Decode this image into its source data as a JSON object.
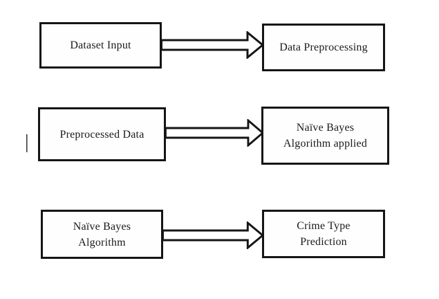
{
  "diagram": {
    "title": "naive-bayes-crime-prediction-flowchart",
    "colors": {
      "background": "#ffffff",
      "box_fill": "#fefefe",
      "stroke": "#151515",
      "text": "#1a1a1a"
    },
    "rows": [
      {
        "source": "Dataset Input",
        "connector": "block-arrow-right",
        "target": "Data Preprocessing"
      },
      {
        "source": "Preprocessed Data",
        "connector": "block-arrow-right",
        "target": "Naïve Bayes\nAlgorithm applied"
      },
      {
        "source": "Naïve Bayes\nAlgorithm",
        "connector": "block-arrow-right",
        "target": "Crime Type\nPrediction"
      }
    ],
    "cursor_artifact_glyph": "|"
  }
}
